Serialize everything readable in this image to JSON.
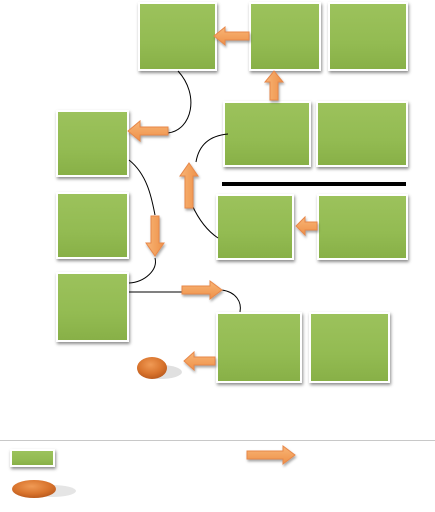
{
  "diagram": {
    "colors": {
      "box_fill": "#93bb52",
      "arrow_fill": "#f4a15c",
      "arrow_stroke": "#e8884a",
      "oval_fill": "#d8732c",
      "connector": "#000000",
      "divider": "#000000",
      "legend_line": "#c8c8c8"
    },
    "boxes": 12,
    "arrows": 8,
    "connectors": 6
  },
  "legend": {
    "items": []
  }
}
